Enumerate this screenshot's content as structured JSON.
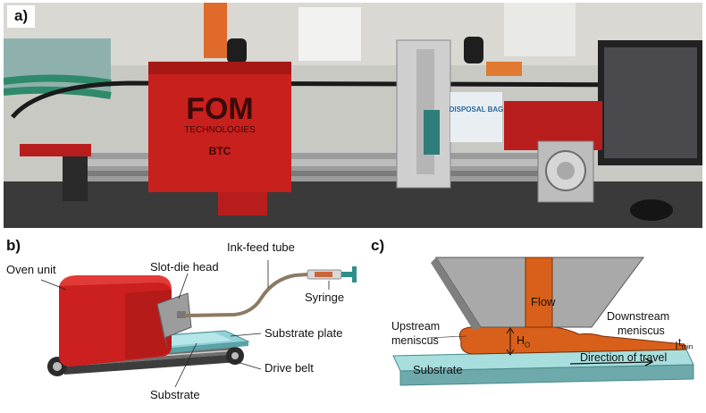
{
  "panels": {
    "a": {
      "tag": "a)",
      "logo": "FOM",
      "logo_sub": "TECHNOLOGIES",
      "model": "BTC",
      "bag_text": "DISPOSAL BAG"
    },
    "b": {
      "tag": "b)",
      "labels": {
        "oven": "Oven unit",
        "slot_die": "Slot-die head",
        "ink_tube": "Ink-feed tube",
        "syringe": "Syringe",
        "substrate_plate": "Substrate plate",
        "drive_belt": "Drive belt",
        "substrate": "Substrate"
      }
    },
    "c": {
      "tag": "c)",
      "labels": {
        "flow": "Flow",
        "upstream_1": "Upstream",
        "upstream_2": "meniscus",
        "downstream_1": "Downstream",
        "downstream_2": "meniscus",
        "h0_main": "H",
        "h0_sub": "O",
        "tmin_main": "t",
        "tmin_sub": "min",
        "substrate": "Substrate",
        "direction": "Direction of travel"
      }
    }
  },
  "colors": {
    "oven_red": "#cc1f1f",
    "flow_orange": "#d9601a",
    "substrate_teal": "#8fc9c9",
    "head_gray": "#a9a9a9"
  }
}
